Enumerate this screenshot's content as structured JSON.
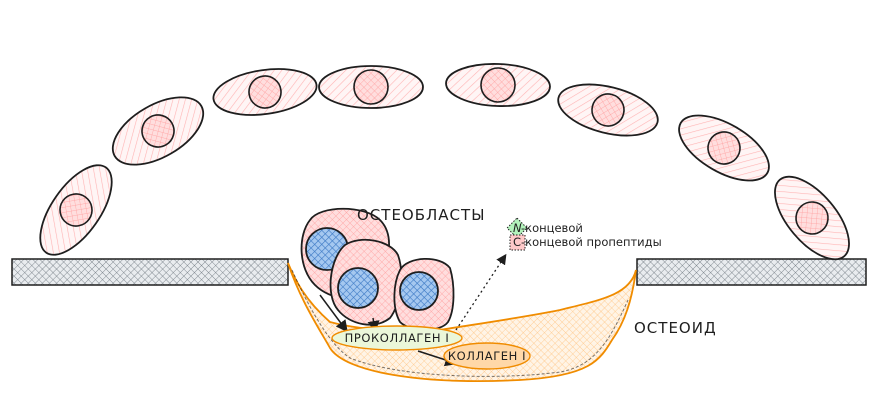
{
  "diagram": {
    "type": "bone remodeling / osteoblast diagram",
    "labels": {
      "osteoblasts": "ОСТЕОБЛАСТЫ",
      "osteoid": "ОСТЕОИД",
      "procollagen": "ПРОКОЛЛАГЕН I",
      "collagen": "КОЛЛАГЕН I"
    },
    "legend": [
      {
        "marker": "N",
        "text": "-концевой",
        "color": "#b2f2bb"
      },
      {
        "marker": "C",
        "text": "-концевой пропептиды",
        "color": "#ffc9c9"
      }
    ],
    "colors": {
      "cell_fill": "#ffc9c9",
      "nucleus_blue": "#4a90d9",
      "osteoid_stroke": "#f08c00",
      "osteoid_fill": "#ffd8a8",
      "procollagen_fill": "#d8f5a2",
      "collagen_fill": "#ffc078",
      "bone_fill": "#adb5bd",
      "stroke": "#1e1e1e"
    }
  }
}
